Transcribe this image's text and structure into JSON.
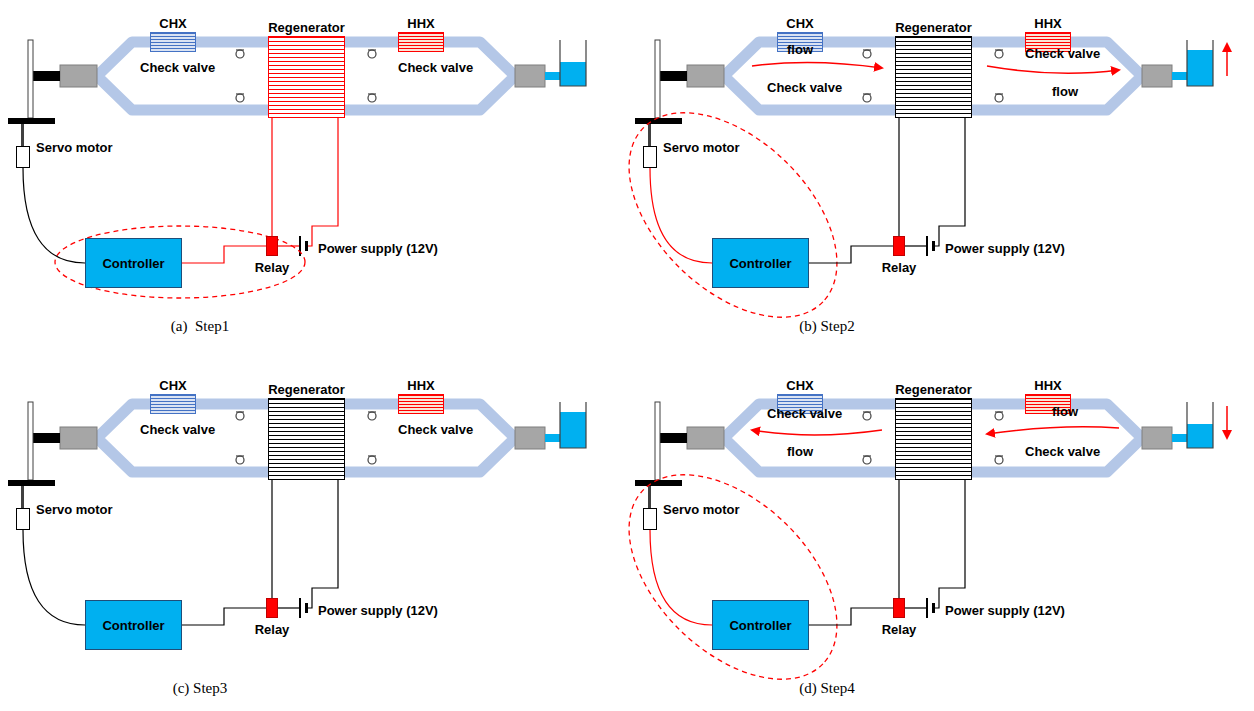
{
  "diagram": {
    "nodes": [
      {
        "text": [
          "CHX"
        ]
      },
      {
        "text": [
          "Regenerator"
        ]
      },
      {
        "text": [
          "HHX"
        ]
      },
      {
        "text": [
          "Servo motor"
        ]
      },
      {
        "text": [
          "Controller"
        ]
      },
      {
        "text": [
          "Relay"
        ]
      },
      {
        "text": [
          "CHX"
        ]
      },
      {
        "text": [
          "Regenerator"
        ]
      },
      {
        "text": [
          "HHX"
        ]
      },
      {
        "text": [
          "Servo motor"
        ]
      },
      {
        "text": [
          "Controller"
        ]
      },
      {
        "text": [
          "Relay"
        ]
      },
      {
        "text": [
          "CHX"
        ]
      },
      {
        "text": [
          "Regenerator"
        ]
      },
      {
        "text": [
          "HHX"
        ]
      },
      {
        "text": [
          "Servo motor"
        ]
      },
      {
        "text": [
          "Controller"
        ]
      },
      {
        "text": [
          "Relay"
        ]
      },
      {
        "text": [
          "CHX"
        ]
      },
      {
        "text": [
          "Regenerator"
        ]
      },
      {
        "text": [
          "HHX"
        ]
      },
      {
        "text": [
          "Servo motor"
        ]
      },
      {
        "text": [
          "Controller"
        ]
      },
      {
        "text": [
          "Relay"
        ]
      }
    ],
    "edges": [
      {
        "from": 4,
        "to": 3,
        "arrow": "none"
      },
      {
        "from": 4,
        "to": 5,
        "arrow": "none"
      },
      {
        "from": 1,
        "to": 5,
        "arrow": "none"
      },
      {
        "from": 10,
        "to": 9,
        "arrow": "none"
      },
      {
        "from": 10,
        "to": 11,
        "arrow": "none"
      },
      {
        "from": 7,
        "to": 11,
        "arrow": "none"
      },
      {
        "from": 16,
        "to": 15,
        "arrow": "none"
      },
      {
        "from": 16,
        "to": 17,
        "arrow": "none"
      },
      {
        "from": 13,
        "to": 17,
        "arrow": "none"
      },
      {
        "from": 22,
        "to": 21,
        "arrow": "none"
      },
      {
        "from": 22,
        "to": 23,
        "arrow": "none"
      },
      {
        "from": 19,
        "to": 23,
        "arrow": "none"
      }
    ],
    "labels": [
      "Check valve",
      "Check valve",
      "Power supply (12V)",
      "(a)  Step1",
      "flow",
      "Check valve",
      "Check valve",
      "flow",
      "Power supply (12V)",
      "(b) Step2",
      "Check valve",
      "Check valve",
      "Power supply (12V)",
      "(c) Step3",
      "Check valve",
      "flow",
      "flow",
      "Check valve",
      "Power supply (12V)",
      "(d) Step4"
    ]
  }
}
